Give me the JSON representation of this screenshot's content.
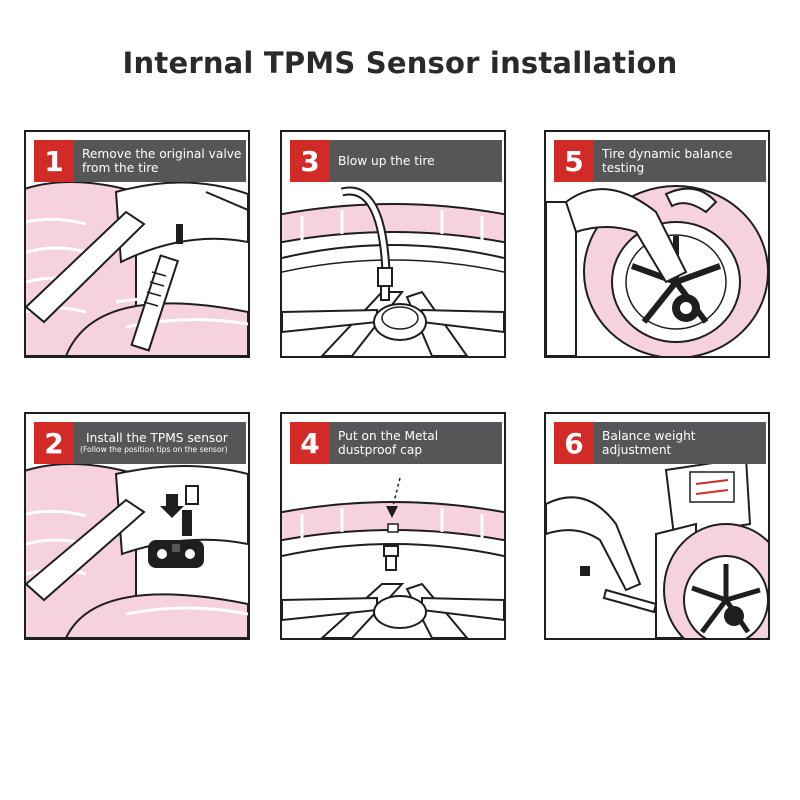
{
  "title": "Internal TPMS Sensor installation",
  "steps": [
    {
      "number": "1",
      "line1": "Remove the original valve",
      "line2": "from the tire"
    },
    {
      "number": "3",
      "line1": "Blow up the tire",
      "line2": ""
    },
    {
      "number": "5",
      "line1": "Tire dynamic balance",
      "line2": "testing"
    },
    {
      "number": "2",
      "line1": "Install the TPMS sensor",
      "line2": "(Follow the position tips on the sensor)"
    },
    {
      "number": "4",
      "line1": "Put on the Metal",
      "line2": "dustproof cap"
    },
    {
      "number": "6",
      "line1": "Balance weight adjustment",
      "line2": ""
    }
  ],
  "colors": {
    "tire_pink": "#f6d2df",
    "badge_red": "#d22a26",
    "banner_gray": "#555658",
    "line_dark": "#1e1e1e"
  }
}
